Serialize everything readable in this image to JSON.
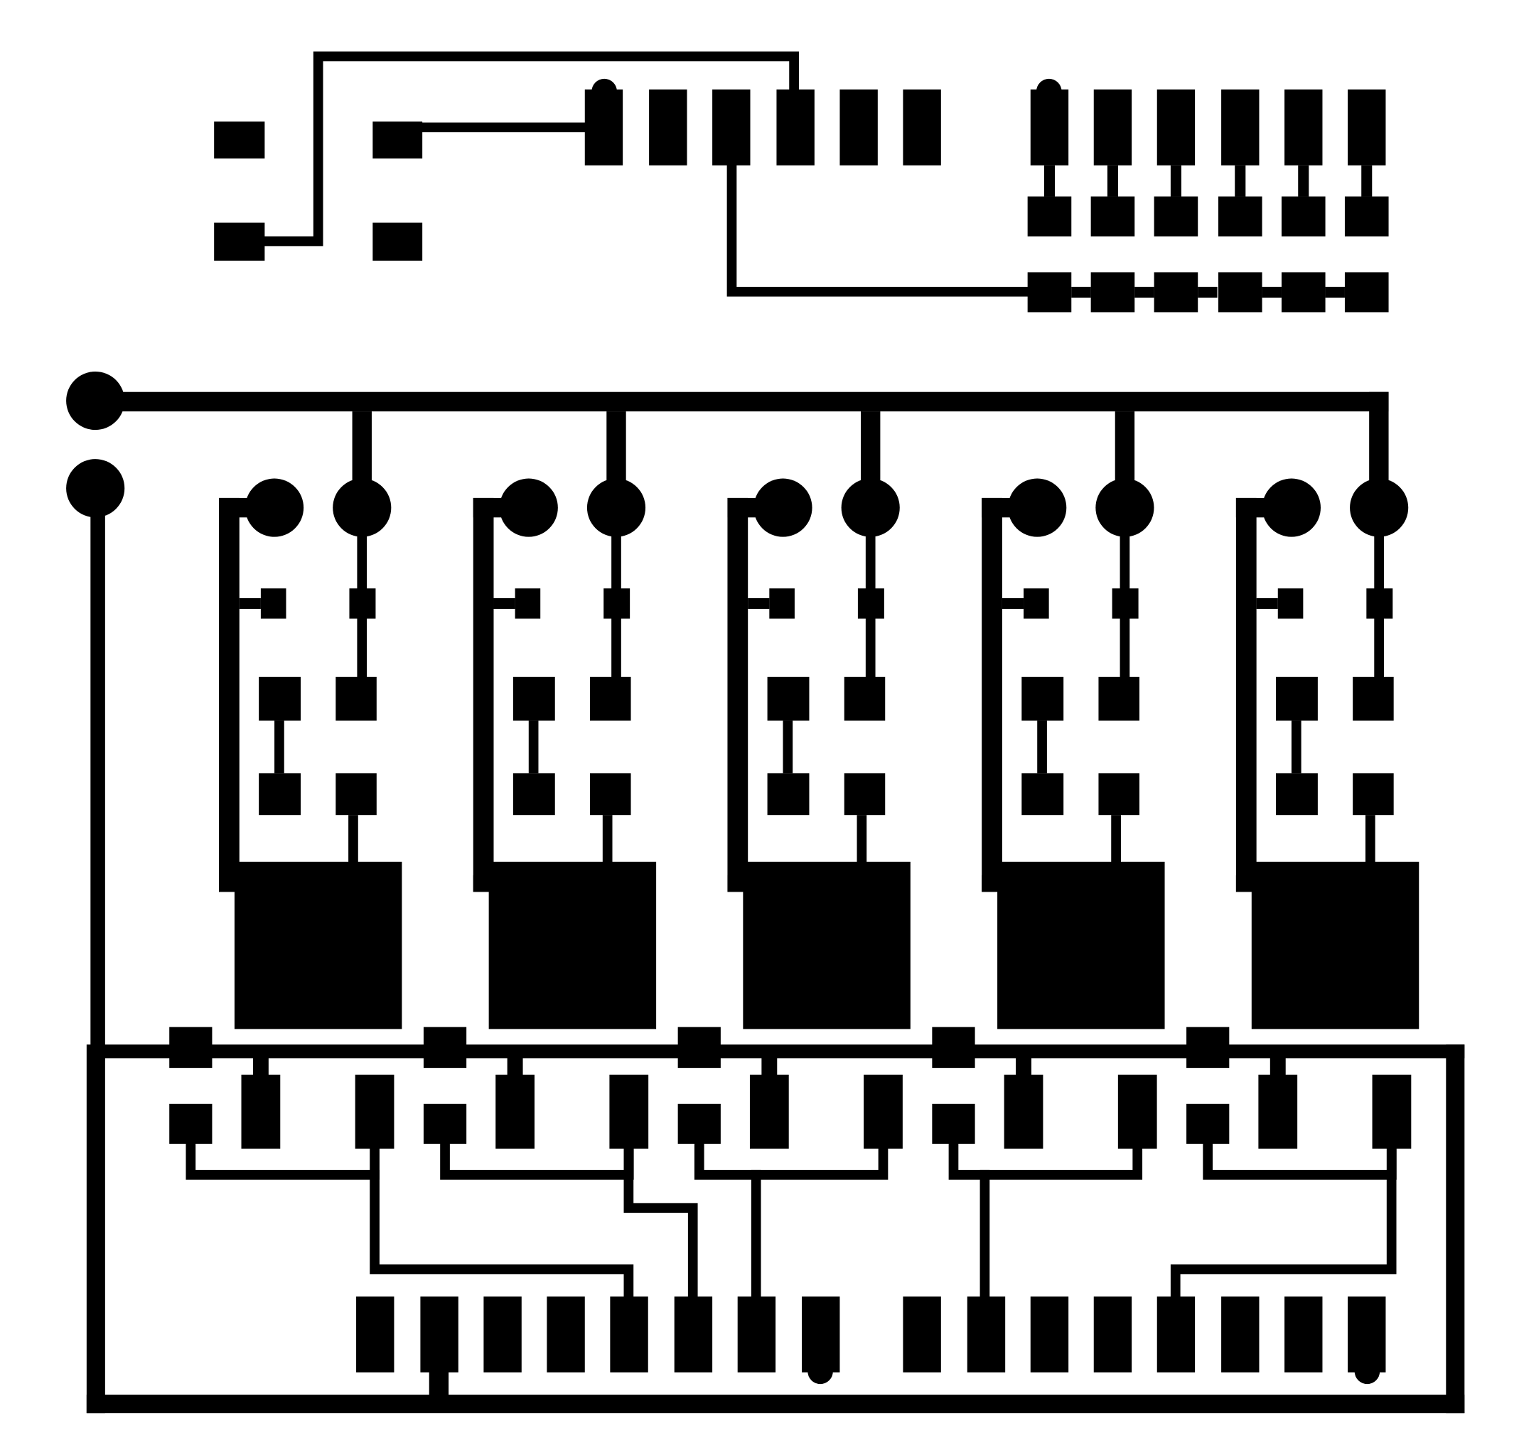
{
  "colors": {
    "copper": "#000000",
    "background": "#ffffff"
  },
  "layout_summary": {
    "amplifier_units": 5,
    "top_header_pads": 6,
    "right_pad_columns": 6,
    "bottom_header_pads": 16
  }
}
